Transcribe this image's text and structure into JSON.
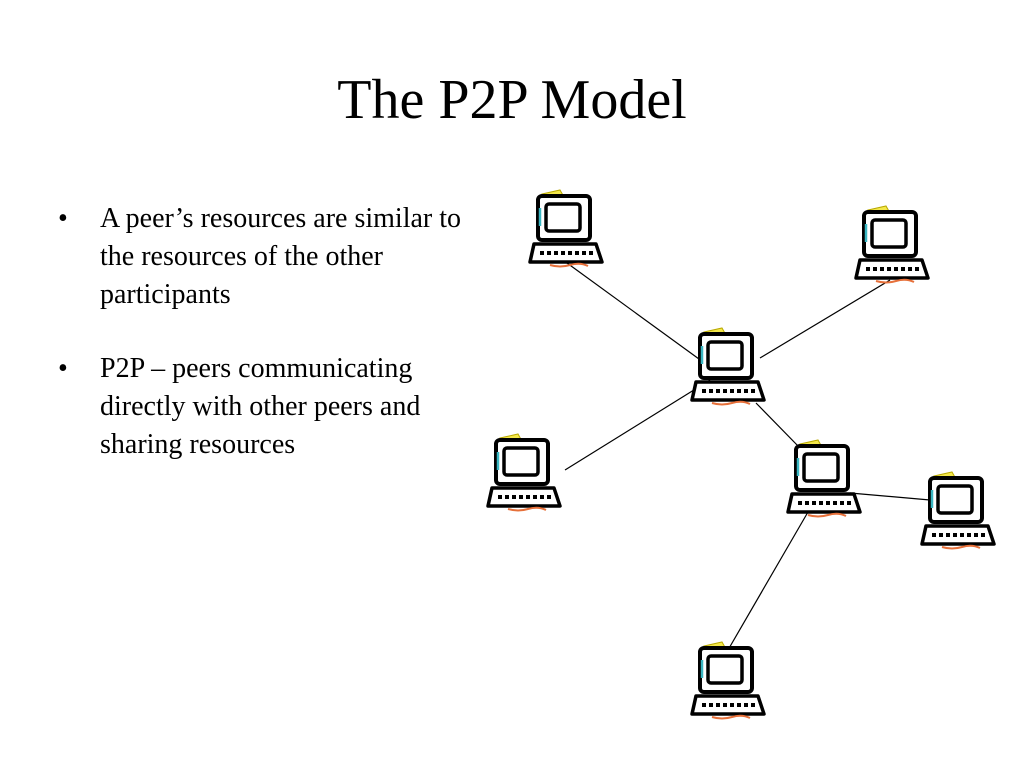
{
  "slide": {
    "title": "The P2P Model"
  },
  "bullets": [
    {
      "marker": "•",
      "text": "A peer’s resources are similar to the resources of the other participants"
    },
    {
      "marker": "•",
      "text": "P2P – peers communicating directly with other peers and sharing resources"
    }
  ],
  "diagram": {
    "node_icon": "computer-icon",
    "node_count": 7,
    "link_count": 6
  }
}
